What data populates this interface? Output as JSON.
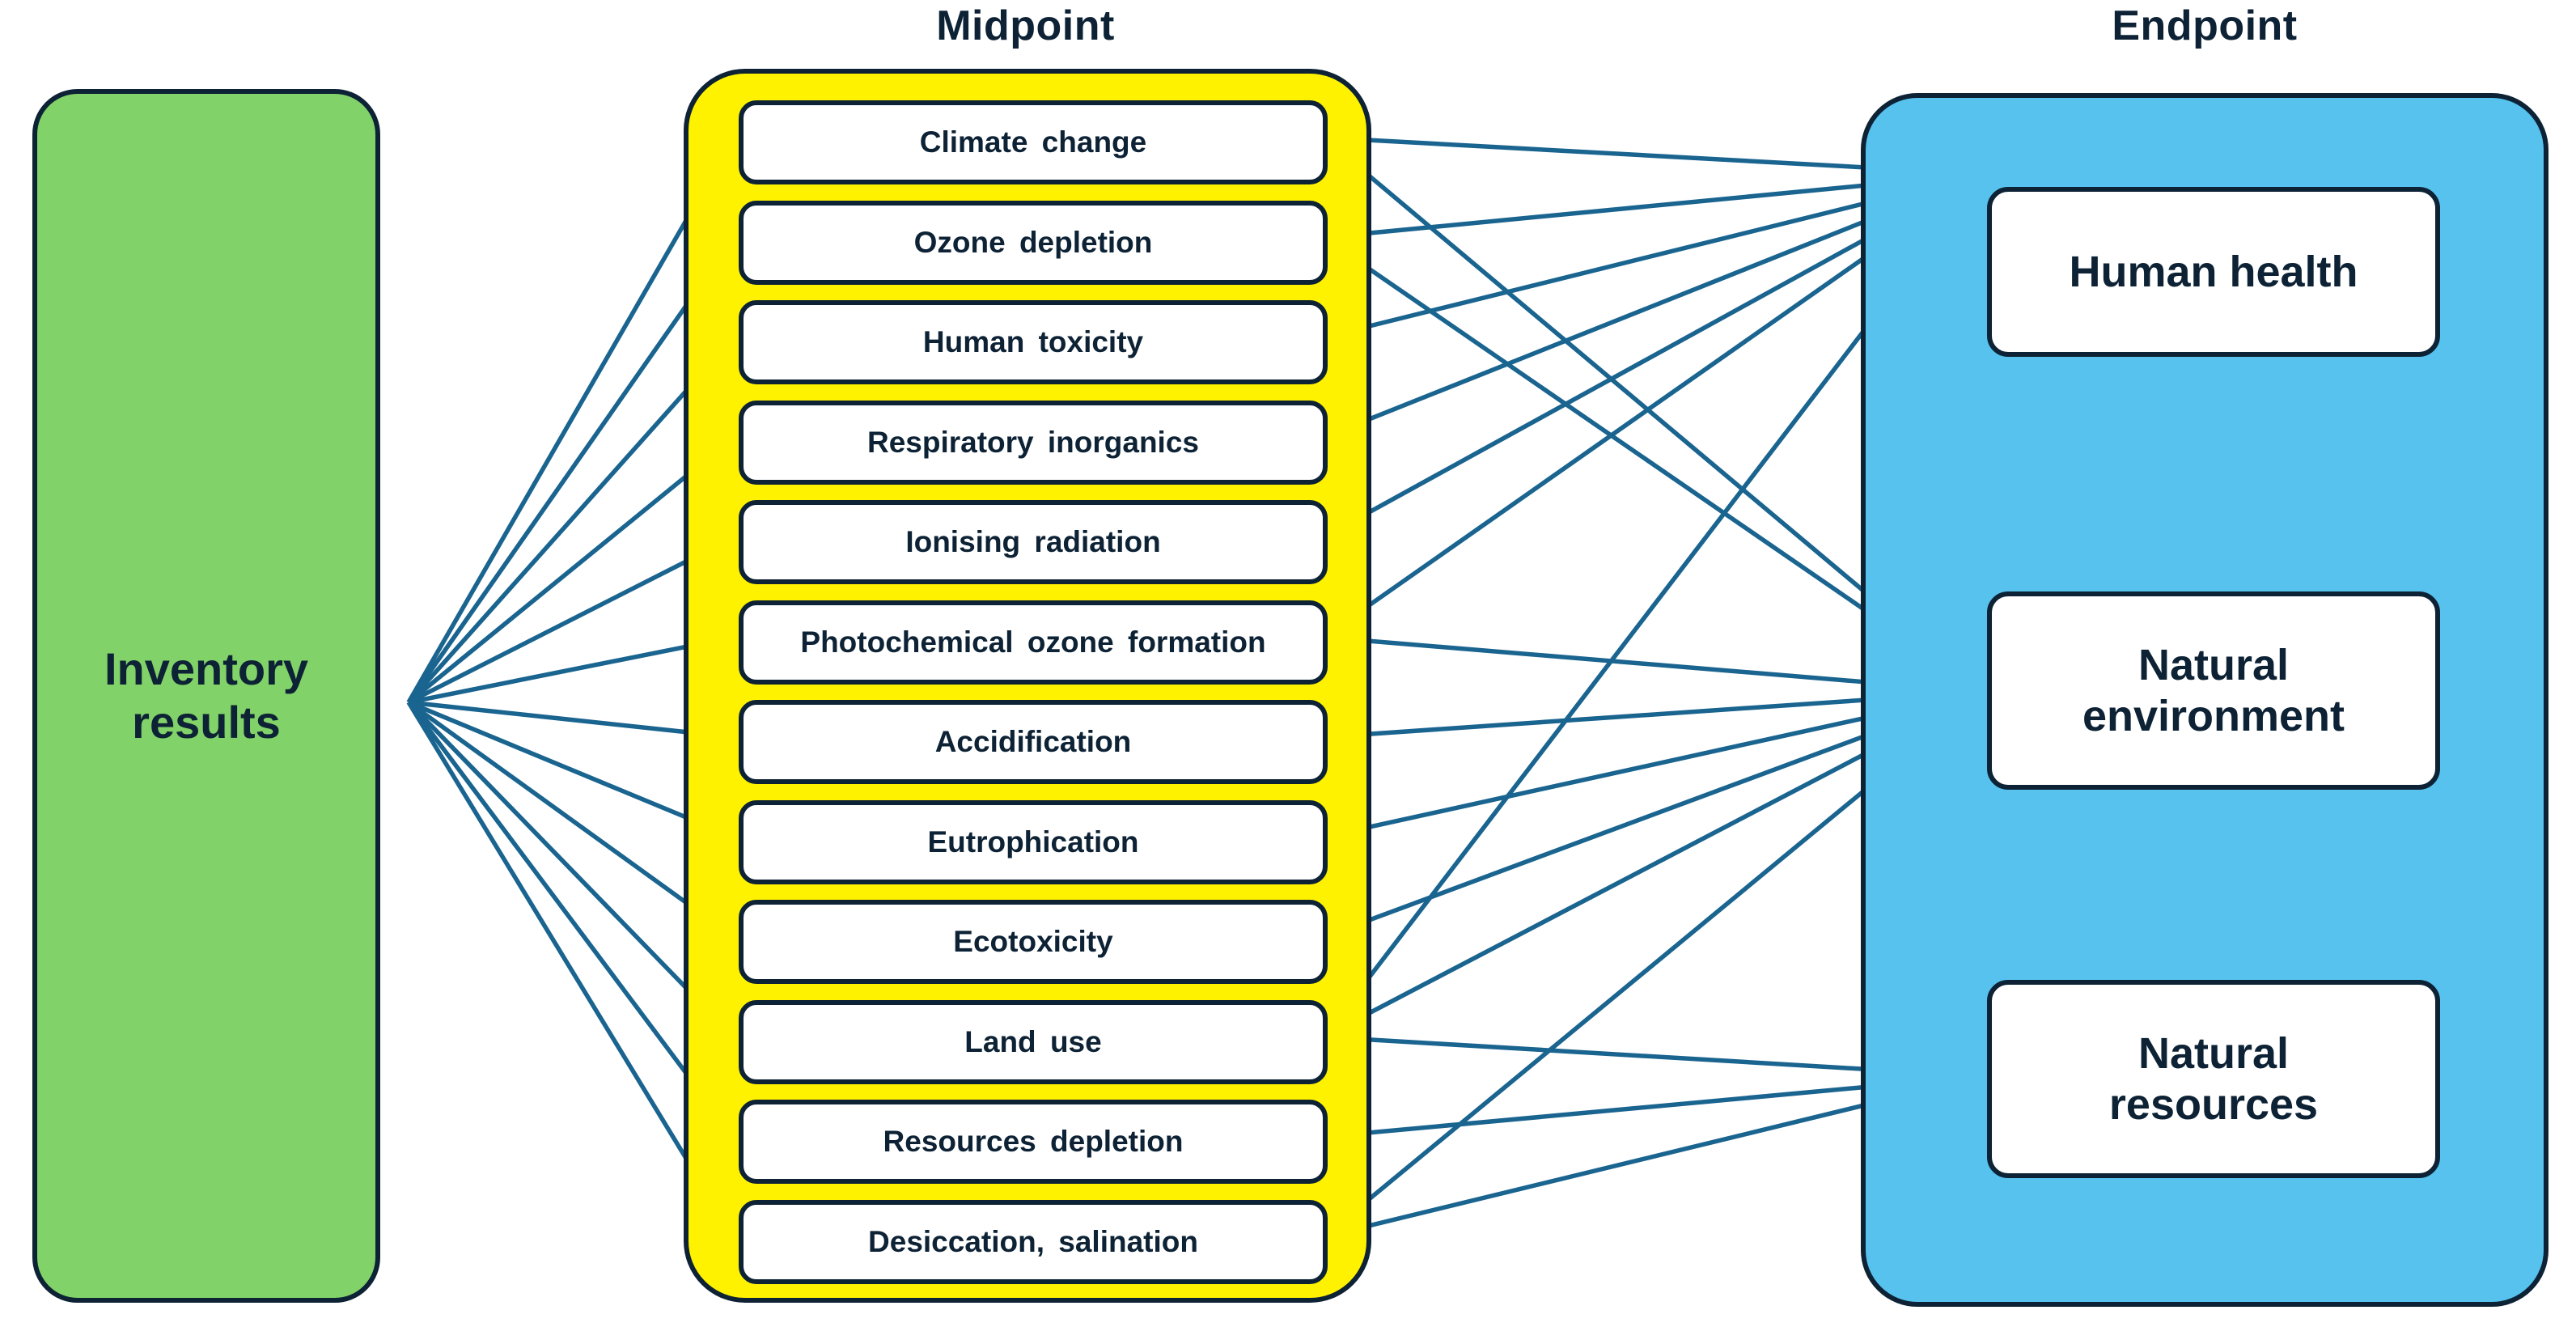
{
  "diagram": {
    "title_left": "",
    "headings": {
      "midpoint": "Midpoint",
      "endpoint": "Endpoint"
    },
    "colors": {
      "inventory_fill": "#81D268",
      "midpoint_fill": "#FFF200",
      "endpoint_fill": "#56C2ED",
      "node_fill": "#FFFFFF",
      "outline": "#0D2235",
      "arrow": "#1A6490",
      "text": "#0D2235"
    }
  },
  "inventory": {
    "label": "Inventory\nresults"
  },
  "midpoint": {
    "heading": "Midpoint",
    "items": [
      {
        "id": "climate-change",
        "label": "Climate  change"
      },
      {
        "id": "ozone-depletion",
        "label": "Ozone  depletion"
      },
      {
        "id": "human-toxicity",
        "label": "Human  toxicity"
      },
      {
        "id": "respiratory-inorganics",
        "label": "Respiratory  inorganics"
      },
      {
        "id": "ionising-radiation",
        "label": "Ionising  radiation"
      },
      {
        "id": "photochemical-ozone-formation",
        "label": "Photochemical  ozone  formation"
      },
      {
        "id": "accidification",
        "label": "Accidification"
      },
      {
        "id": "eutrophication",
        "label": "Eutrophication"
      },
      {
        "id": "ecotoxicity",
        "label": "Ecotoxicity"
      },
      {
        "id": "land-use",
        "label": "Land  use"
      },
      {
        "id": "resources-depletion",
        "label": "Resources  depletion"
      },
      {
        "id": "desiccation-salination",
        "label": "Desiccation,  salination"
      }
    ]
  },
  "endpoint": {
    "heading": "Endpoint",
    "items": [
      {
        "id": "human-health",
        "label": "Human health"
      },
      {
        "id": "natural-environment",
        "label": "Natural\nenvironment"
      },
      {
        "id": "natural-resources",
        "label": "Natural\nresources"
      }
    ]
  },
  "chart_data": {
    "type": "diagram",
    "title": "LCA impact pathway: inventory results to midpoint to endpoint categories",
    "nodes": {
      "inventory": [
        "Inventory results"
      ],
      "midpoint": [
        "Climate change",
        "Ozone depletion",
        "Human toxicity",
        "Respiratory inorganics",
        "Ionising radiation",
        "Photochemical ozone formation",
        "Accidification",
        "Eutrophication",
        "Ecotoxicity",
        "Land use",
        "Resources depletion",
        "Desiccation, salination"
      ],
      "endpoint": [
        "Human health",
        "Natural environment",
        "Natural resources"
      ]
    },
    "edges_inventory_to_midpoint": [
      [
        "Inventory results",
        "Climate change"
      ],
      [
        "Inventory results",
        "Ozone depletion"
      ],
      [
        "Inventory results",
        "Human toxicity"
      ],
      [
        "Inventory results",
        "Respiratory inorganics"
      ],
      [
        "Inventory results",
        "Ionising radiation"
      ],
      [
        "Inventory results",
        "Photochemical ozone formation"
      ],
      [
        "Inventory results",
        "Accidification"
      ],
      [
        "Inventory results",
        "Eutrophication"
      ],
      [
        "Inventory results",
        "Ecotoxicity"
      ],
      [
        "Inventory results",
        "Land use"
      ],
      [
        "Inventory results",
        "Resources depletion"
      ],
      [
        "Inventory results",
        "Desiccation, salination"
      ]
    ],
    "edges_midpoint_to_endpoint": [
      [
        "Climate change",
        "Human health"
      ],
      [
        "Climate change",
        "Natural environment"
      ],
      [
        "Ozone depletion",
        "Human health"
      ],
      [
        "Ozone depletion",
        "Natural environment"
      ],
      [
        "Human toxicity",
        "Human health"
      ],
      [
        "Respiratory inorganics",
        "Human health"
      ],
      [
        "Ionising radiation",
        "Human health"
      ],
      [
        "Photochemical ozone formation",
        "Human health"
      ],
      [
        "Photochemical ozone formation",
        "Natural environment"
      ],
      [
        "Accidification",
        "Natural environment"
      ],
      [
        "Eutrophication",
        "Natural environment"
      ],
      [
        "Ecotoxicity",
        "Natural environment"
      ],
      [
        "Land use",
        "Human health"
      ],
      [
        "Land use",
        "Natural environment"
      ],
      [
        "Land use",
        "Natural resources"
      ],
      [
        "Resources depletion",
        "Natural resources"
      ],
      [
        "Desiccation, salination",
        "Natural environment"
      ],
      [
        "Desiccation, salination",
        "Natural resources"
      ]
    ]
  }
}
